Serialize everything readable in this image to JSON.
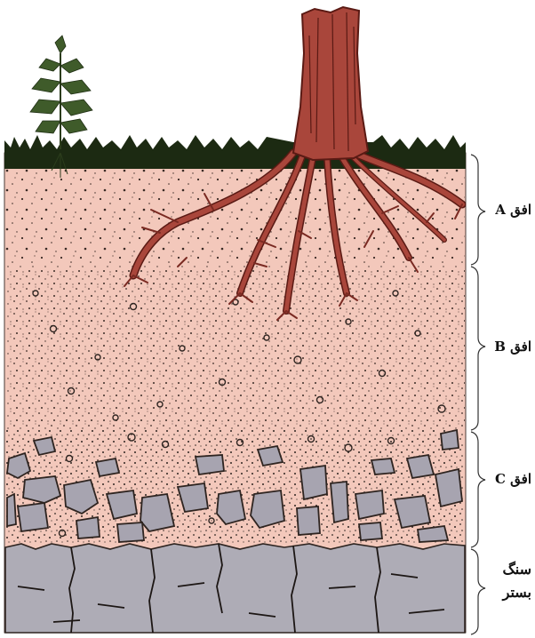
{
  "horizons": [
    {
      "id": "a",
      "label": "افق A"
    },
    {
      "id": "b",
      "label": "افق B"
    },
    {
      "id": "c",
      "label": "افق C"
    }
  ],
  "bedrock": {
    "line1": "سنگ",
    "line2": "بستر"
  },
  "colors": {
    "soil": "#f3c8bb",
    "root": "#a9463b",
    "root_shadow": "#5a1a14",
    "stone": "#a7a4b0",
    "bedrock": "#aeacb6",
    "grass": "#1c2a12",
    "plant": "#3f5b2a"
  }
}
